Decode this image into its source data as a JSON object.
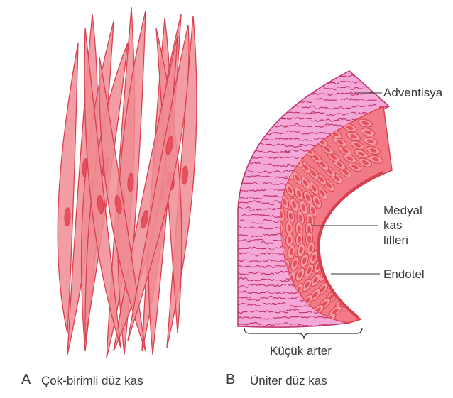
{
  "panel_a": {
    "letter": "A",
    "caption": "Çok-birimli düz kas"
  },
  "panel_b": {
    "letter": "B",
    "caption": "Üniter düz kas",
    "brace_label": "Küçük arter",
    "labels": {
      "adventitia": "Adventisya",
      "medial_line1": "Medyal",
      "medial_line2": "kas",
      "medial_line3": "lifleri",
      "endothelium": "Endotel"
    }
  },
  "colors": {
    "muscle_fill": "#f08c94",
    "muscle_stroke": "#d8404e",
    "nucleus": "#e8505e",
    "adventitia_fill": "#f3a8d8",
    "adventitia_squiggle": "#c0306a",
    "media_fill": "#f27a86",
    "text": "#3a3a3a"
  }
}
